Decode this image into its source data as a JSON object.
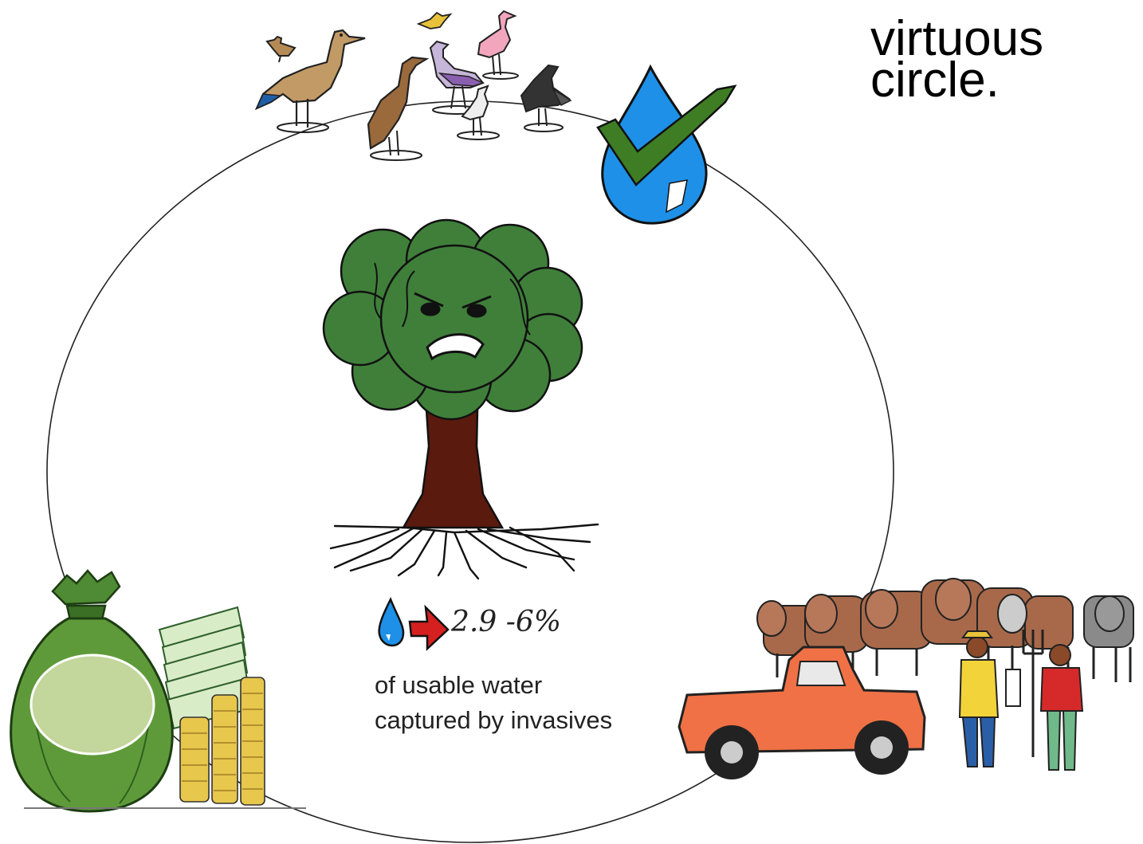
{
  "title": {
    "line1": "virtuous",
    "line2": "circle."
  },
  "statistic": {
    "range": "2.9 -6%",
    "caption_line1": "of usable water",
    "caption_line2": "captured by invasives"
  },
  "illustrations": {
    "wetland_birds": "bird-flock-illustration",
    "water_check": "water-drop-checkmark-icon",
    "invasive_tree": "angry-tree-illustration",
    "money": "money-bag-and-coins-illustration",
    "farming": "cattle-truck-farmers-illustration"
  },
  "colors": {
    "circle": "#222222",
    "water_blue": "#1e90e8",
    "check_green": "#3f7d25",
    "tree_green": "#3f7f3a",
    "trunk_brown": "#5b1a0e",
    "arrow_red": "#d52020",
    "money_green": "#5f9a3a",
    "money_label": "#c3d69b",
    "truck_orange": "#ef7145"
  }
}
